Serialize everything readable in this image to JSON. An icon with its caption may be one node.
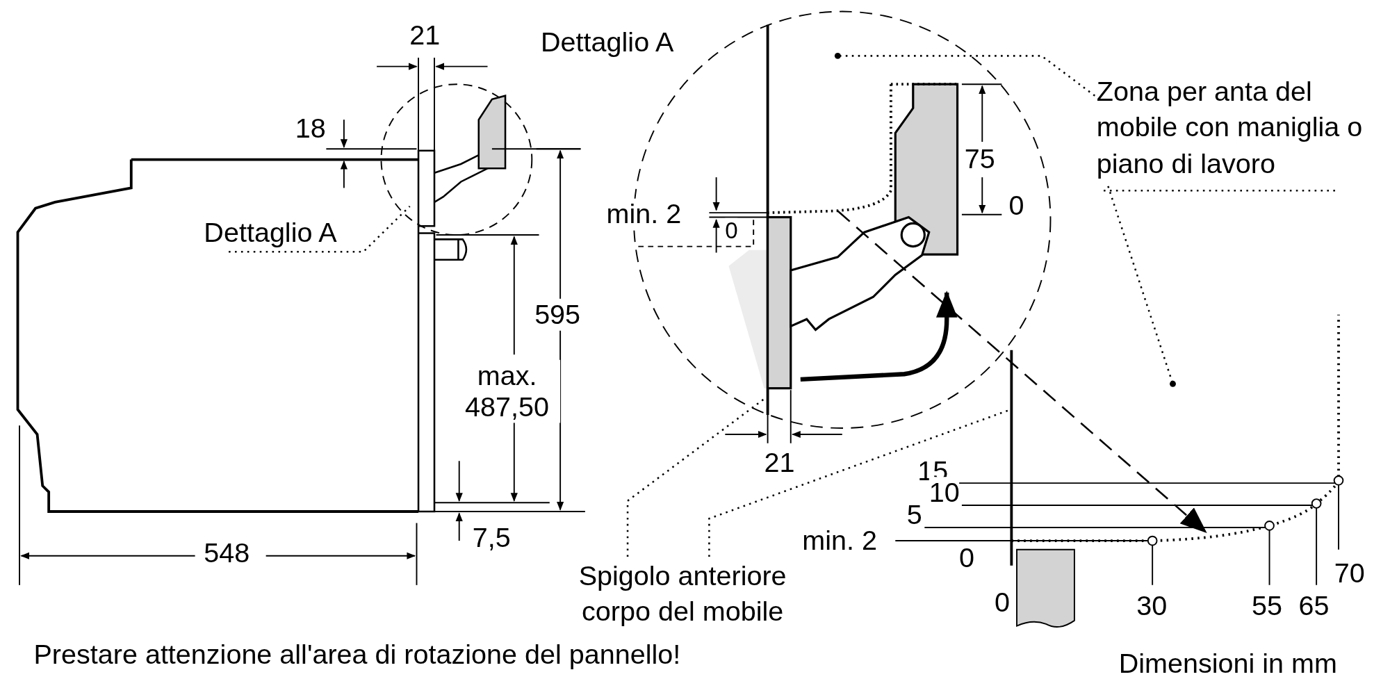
{
  "diagram": {
    "nodes": [
      {
        "text": [
          "Dettaglio A"
        ]
      },
      {
        "text": [
          "Zona per anta del mobile con maniglia o piano di lavoro"
        ]
      },
      {
        "text": [
          "Spigolo anteriore corpo del mobile"
        ]
      },
      {
        "text": [],
        "shape": "circle"
      }
    ],
    "edges": [
      {
        "from": 0,
        "to": 3,
        "arrow": "none"
      },
      {
        "from": 1,
        "to": null,
        "arrow": "other"
      },
      {
        "from": 1,
        "to": null,
        "arrow": "other"
      },
      {
        "from": 2,
        "to": null,
        "arrow": "none"
      },
      {
        "from": 2,
        "to": null,
        "arrow": "none"
      }
    ],
    "labels": [
      "21",
      "Dettaglio A",
      "18",
      "75",
      "min. 2",
      "0",
      "0",
      "595",
      "max. 487,50",
      "21",
      "15",
      "10",
      "5",
      "7,5",
      "min. 2",
      "548",
      "0",
      "70",
      "0",
      "30",
      "55",
      "65",
      "Prestare attenzione all'area di rotazione del pannello!",
      "Dimensioni in mm"
    ]
  }
}
